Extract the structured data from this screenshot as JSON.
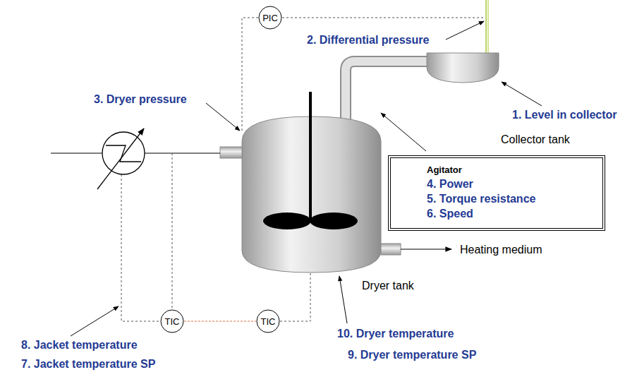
{
  "diagram": {
    "nodes": [
      {
        "text": [
          "PIC"
        ]
      },
      {
        "text": [
          "Agitator",
          "4. Power",
          "5. Torque resistance",
          "6. Speed"
        ]
      },
      {
        "text": [
          "TIC"
        ]
      },
      {
        "text": [
          "TIC"
        ]
      }
    ],
    "edges": [
      {
        "from": 2,
        "to": 3,
        "arrow": "none"
      }
    ],
    "labels": [
      "2. Differential pressure",
      "3. Dryer pressure",
      "1. Level in collector",
      "Collector tank",
      "Heating medium",
      "Dryer tank",
      "10. Dryer temperature",
      "9. Dryer temperature SP",
      "8. Jacket temperature",
      "7. Jacket temperature SP"
    ]
  }
}
